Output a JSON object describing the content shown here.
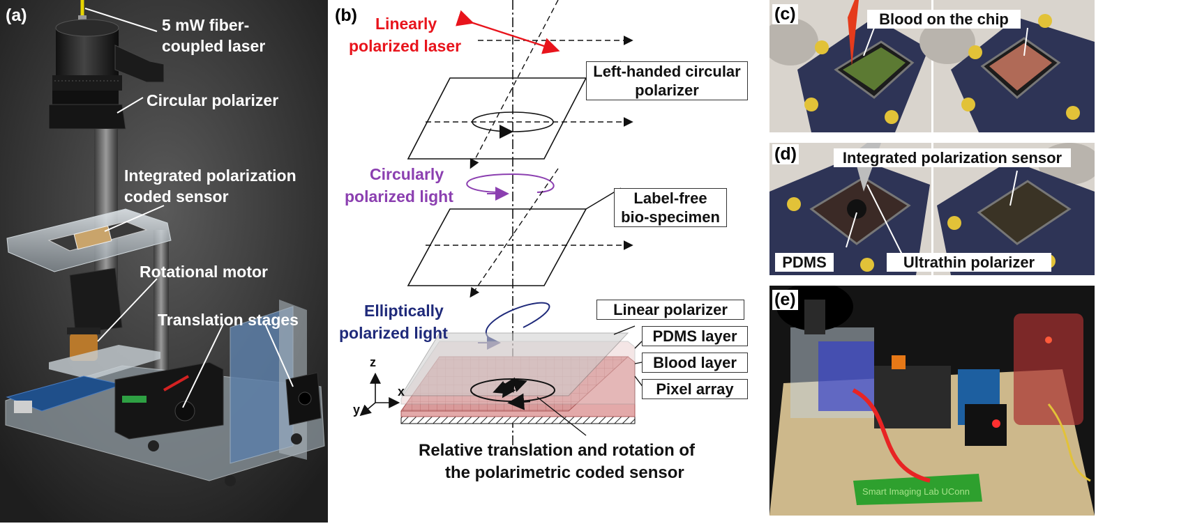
{
  "panel_a": {
    "tag": "(a)",
    "labels": {
      "laser_line1": "5 mW fiber-",
      "laser_line2": "coupled laser",
      "circular_polarizer": "Circular polarizer",
      "sensor_line1": "Integrated polarization",
      "sensor_line2": "coded sensor",
      "rotational_motor": "Rotational motor",
      "translation_stages": "Translation stages"
    }
  },
  "panel_b": {
    "tag": "(b)",
    "labels": {
      "linear_laser_line1": "Linearly",
      "linear_laser_line2": "polarized laser",
      "left_circular_line1": "Left-handed circular",
      "left_circular_line2": "polarizer",
      "circular_light_line1": "Circularly",
      "circular_light_line2": "polarized light",
      "specimen_line1": "Label-free",
      "specimen_line2": "bio-specimen",
      "elliptical_line1": "Elliptically",
      "elliptical_line2": "polarized light",
      "linear_polarizer": "Linear polarizer",
      "pdms_layer": "PDMS layer",
      "blood_layer": "Blood layer",
      "pixel_array": "Pixel array",
      "caption_line1": "Relative translation and rotation of",
      "caption_line2": "the polarimetric coded sensor",
      "axis_z": "z",
      "axis_x": "x",
      "axis_y": "y"
    },
    "colors": {
      "linear": "#e8141c",
      "circular": "#8b3fb0",
      "elliptical": "#1f2a7a"
    }
  },
  "panel_c": {
    "tag": "(c)",
    "label": "Blood on the chip"
  },
  "panel_d": {
    "tag": "(d)",
    "labels": {
      "sensor": "Integrated polarization sensor",
      "pdms": "PDMS",
      "ultrathin": "Ultrathin polarizer"
    }
  },
  "panel_e": {
    "tag": "(e)",
    "watermark": "Smart Imaging Lab UConn"
  }
}
